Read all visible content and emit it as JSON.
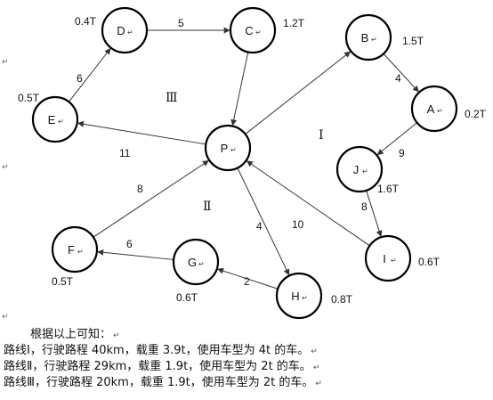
{
  "nodes": [
    {
      "id": "D",
      "demand": "0.4T"
    },
    {
      "id": "C",
      "demand": "1.2T"
    },
    {
      "id": "B",
      "demand": "1.5T"
    },
    {
      "id": "A",
      "demand": "0.2T"
    },
    {
      "id": "E",
      "demand": "0.5T"
    },
    {
      "id": "P",
      "demand": ""
    },
    {
      "id": "J",
      "demand": "1.6T"
    },
    {
      "id": "F",
      "demand": "0.5T"
    },
    {
      "id": "G",
      "demand": "0.6T"
    },
    {
      "id": "H",
      "demand": "0.8T"
    },
    {
      "id": "I",
      "demand": "0.6T"
    }
  ],
  "edges": [
    {
      "from": "E",
      "to": "D",
      "weight": "6"
    },
    {
      "from": "D",
      "to": "C",
      "weight": "5"
    },
    {
      "from": "C",
      "to": "P",
      "weight": ""
    },
    {
      "from": "P",
      "to": "E",
      "weight": "11"
    },
    {
      "from": "P",
      "to": "B",
      "weight": ""
    },
    {
      "from": "B",
      "to": "A",
      "weight": "4"
    },
    {
      "from": "A",
      "to": "J",
      "weight": "9"
    },
    {
      "from": "J",
      "to": "I",
      "weight": "8"
    },
    {
      "from": "I",
      "to": "P",
      "weight": "10"
    },
    {
      "from": "P",
      "to": "H",
      "weight": "4"
    },
    {
      "from": "H",
      "to": "G",
      "weight": "2"
    },
    {
      "from": "G",
      "to": "F",
      "weight": "6"
    },
    {
      "from": "F",
      "to": "P",
      "weight": "8"
    }
  ],
  "route_labels": [
    "Ⅰ",
    "Ⅱ",
    "Ⅲ"
  ],
  "conclusion": {
    "intro": "根据以上可知：",
    "lines": [
      "路线Ⅰ，行驶路程 40km，载重 3.9t，使用车型为 4t 的车。",
      "路线Ⅱ，行驶路程 29km，载重 1.9t，使用车型为 2t 的车。",
      "路线Ⅲ，行驶路程 20km，载重 1.9t，使用车型为 2t 的车。"
    ]
  },
  "return_mark": "↵"
}
